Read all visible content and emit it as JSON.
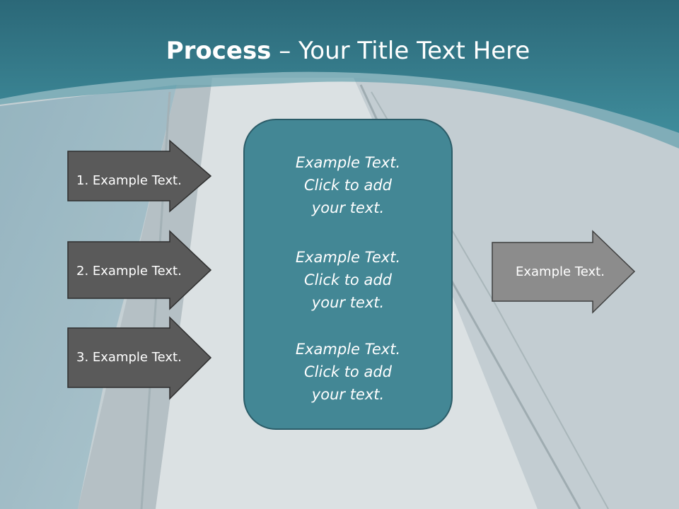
{
  "title": {
    "bold": "Process",
    "rest": " – Your Title Text Here"
  },
  "left_arrows": [
    {
      "label": "1. Example Text."
    },
    {
      "label": "2. Example Text."
    },
    {
      "label": "3. Example Text."
    }
  ],
  "center": {
    "blocks": [
      {
        "line1": "Example Text.",
        "line2": "Click  to add",
        "line3": "your text."
      },
      {
        "line1": "Example Text.",
        "line2": "Click  to add",
        "line3": "your text."
      },
      {
        "line1": "Example Text.",
        "line2": "Click  to add",
        "line3": "your text."
      }
    ]
  },
  "right_arrow": {
    "label": "Example Text."
  },
  "colors": {
    "header": "#2f7584",
    "arrow_dark": "#5a5a5a",
    "arrow_gray": "#8c8c8c",
    "center_box": "#438795"
  }
}
